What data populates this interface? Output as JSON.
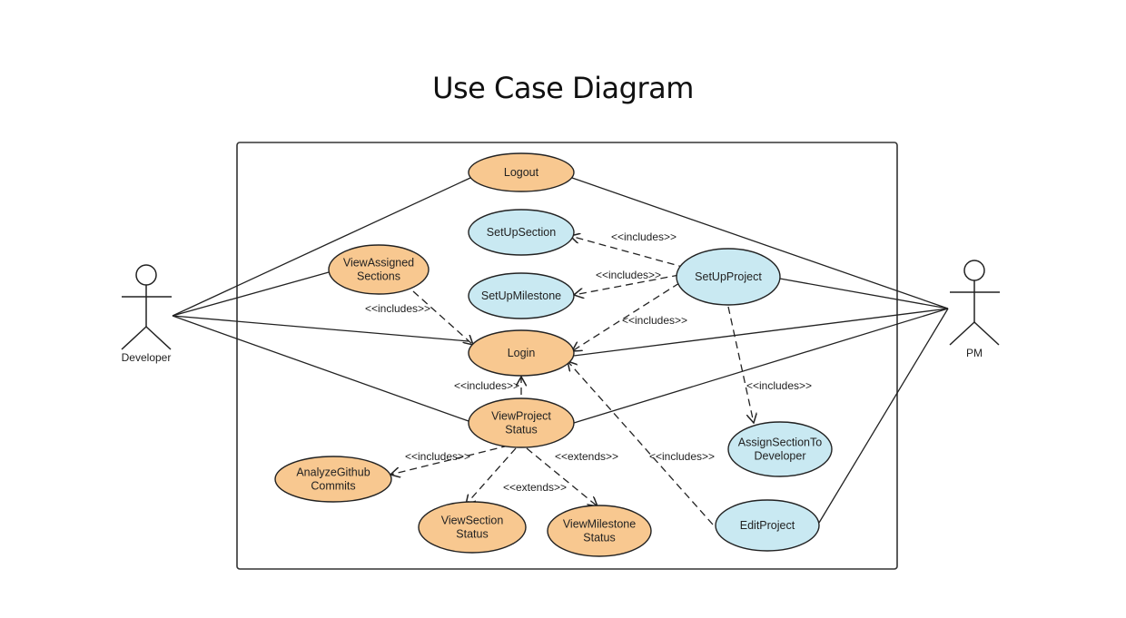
{
  "title": "Use Case Diagram",
  "actors": [
    {
      "id": "developer",
      "label": "Developer"
    },
    {
      "id": "pm",
      "label": "PM"
    }
  ],
  "use_cases": [
    {
      "id": "logout",
      "lines": [
        "Logout"
      ],
      "group": "developer",
      "color": "#f8c890"
    },
    {
      "id": "setup_section",
      "lines": [
        "SetUpSection"
      ],
      "group": "pm",
      "color": "#c9e9f2"
    },
    {
      "id": "view_assigned_sections",
      "lines": [
        "ViewAssigned",
        "Sections"
      ],
      "group": "developer",
      "color": "#f8c890"
    },
    {
      "id": "setup_milestone",
      "lines": [
        "SetUpMilestone"
      ],
      "group": "pm",
      "color": "#c9e9f2"
    },
    {
      "id": "setup_project",
      "lines": [
        "SetUpProject"
      ],
      "group": "pm",
      "color": "#c9e9f2"
    },
    {
      "id": "login",
      "lines": [
        "Login"
      ],
      "group": "developer",
      "color": "#f8c890"
    },
    {
      "id": "view_project_status",
      "lines": [
        "ViewProject",
        "Status"
      ],
      "group": "developer",
      "color": "#f8c890"
    },
    {
      "id": "analyze_github_commits",
      "lines": [
        "AnalyzeGithub",
        "Commits"
      ],
      "group": "developer",
      "color": "#f8c890"
    },
    {
      "id": "assign_section_to_developer",
      "lines": [
        "AssignSectionTo",
        "Developer"
      ],
      "group": "pm",
      "color": "#c9e9f2"
    },
    {
      "id": "view_section_status",
      "lines": [
        "ViewSection",
        "Status"
      ],
      "group": "developer",
      "color": "#f8c890"
    },
    {
      "id": "view_milestone_status",
      "lines": [
        "ViewMilestone",
        "Status"
      ],
      "group": "developer",
      "color": "#f8c890"
    },
    {
      "id": "edit_project",
      "lines": [
        "EditProject"
      ],
      "group": "pm",
      "color": "#c9e9f2"
    }
  ],
  "relation_labels": {
    "includes": "<<includes>>",
    "extends": "<<extends>>"
  },
  "colors": {
    "developer_use_case": "#f8c890",
    "pm_use_case": "#c9e9f2",
    "outline": "#222222"
  }
}
